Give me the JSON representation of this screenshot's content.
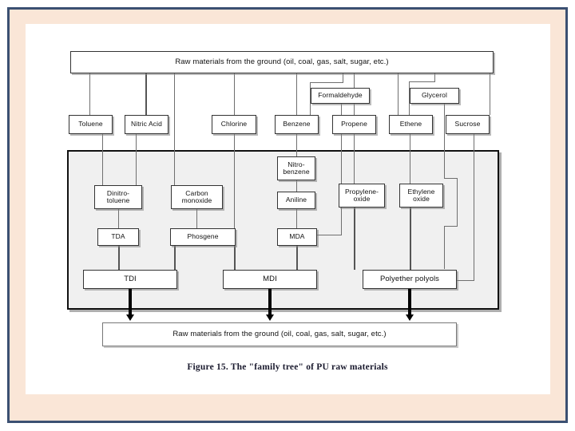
{
  "slide": {
    "border_color": "#3b5072",
    "band_color": "#fae6d7",
    "background_color": "#ffffff"
  },
  "diagram": {
    "title_box_top": "Raw materials from the ground (oil, coal, gas, salt, sugar, etc.)",
    "title_box_bottom": "Raw materials from the ground (oil, coal, gas, salt, sugar, etc.)",
    "panel_color": "#f0f0f0",
    "feedstocks": [
      {
        "id": "toluene",
        "label": "Toluene"
      },
      {
        "id": "nitric-acid",
        "label": "Nitric Acid"
      },
      {
        "id": "chlorine",
        "label": "Chlorine"
      },
      {
        "id": "benzene",
        "label": "Benzene"
      },
      {
        "id": "propene",
        "label": "Propene"
      },
      {
        "id": "ethene",
        "label": "Ethene"
      },
      {
        "id": "sucrose",
        "label": "Sucrose"
      }
    ],
    "upper_intermediates": [
      {
        "id": "formaldehyde",
        "label": "Formaldehyde"
      },
      {
        "id": "glycerol",
        "label": "Glycerol"
      }
    ],
    "intermediates": [
      {
        "id": "dinitrotoluene",
        "label": "Dinitro-\ntoluene"
      },
      {
        "id": "carbon-monoxide",
        "label": "Carbon\nmonoxide"
      },
      {
        "id": "nitrobenzene",
        "label": "Nitro-\nbenzene"
      },
      {
        "id": "aniline",
        "label": "Aniline"
      },
      {
        "id": "tda",
        "label": "TDA"
      },
      {
        "id": "phosgene",
        "label": "Phosgene"
      },
      {
        "id": "mda",
        "label": "MDA"
      },
      {
        "id": "propylene-oxide",
        "label": "Propylene-\noxide"
      },
      {
        "id": "ethylene-oxide",
        "label": "Ethylene\noxide"
      }
    ],
    "products": [
      {
        "id": "tdi",
        "label": "TDI"
      },
      {
        "id": "mdi",
        "label": "MDI"
      },
      {
        "id": "polyether-polyols",
        "label": "Polyether polyols"
      }
    ]
  },
  "caption": "Figure 15. The \"family tree\" of PU raw materials"
}
